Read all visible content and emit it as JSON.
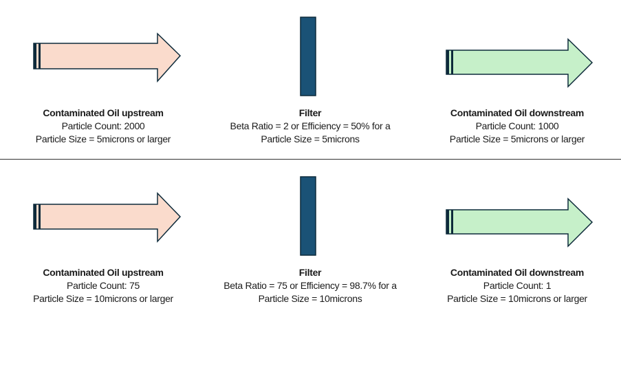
{
  "colors": {
    "upstream_fill": "#fadbcc",
    "downstream_fill": "#c6f0c9",
    "filter_fill": "#1a5276",
    "outline": "#0d2a3a"
  },
  "rows": [
    {
      "upstream": {
        "title": "Contaminated Oil upstream",
        "line1": "Particle Count: 2000",
        "line2": "Particle Size = 5microns or larger"
      },
      "filter": {
        "title": "Filter",
        "line1": "Beta Ratio = 2 or Efficiency = 50% for a",
        "line2": "Particle Size = 5microns"
      },
      "downstream": {
        "title": "Contaminated Oil downstream",
        "line1": "Particle Count: 1000",
        "line2": "Particle Size = 5microns or larger"
      }
    },
    {
      "upstream": {
        "title": "Contaminated Oil upstream",
        "line1": "Particle Count: 75",
        "line2": "Particle Size = 10microns or larger"
      },
      "filter": {
        "title": "Filter",
        "line1": "Beta Ratio = 75 or Efficiency = 98.7% for a",
        "line2": "Particle Size = 10microns"
      },
      "downstream": {
        "title": "Contaminated Oil downstream",
        "line1": "Particle Count: 1",
        "line2": "Particle Size = 10microns or larger"
      }
    }
  ]
}
